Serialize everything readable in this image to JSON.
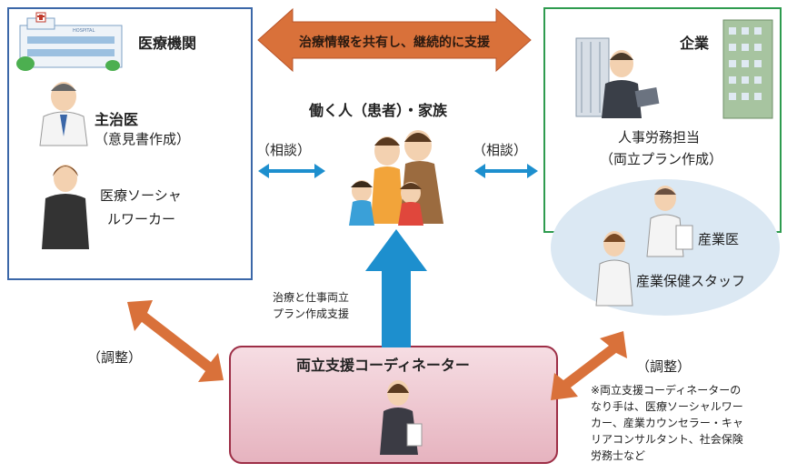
{
  "top_banner": "治療情報を共有し、継続的に支援",
  "left": {
    "title": "医療機関",
    "doctor": {
      "label": "主治医",
      "sub": "（意見書作成）"
    },
    "msw": {
      "line1": "医療ソーシャ",
      "line2": "ルワーカー"
    }
  },
  "center": {
    "title": "働く人（患者）・家族"
  },
  "consult_left": "（相談）",
  "consult_right": "（相談）",
  "right": {
    "title": "企業",
    "hr": {
      "line1": "人事労務担当",
      "line2": "（両立プラン作成）"
    },
    "occ_doctor": "産業医",
    "occ_staff": "産業保健スタッフ"
  },
  "support_label": {
    "line1": "治療と仕事両立",
    "line2": "プラン作成支援"
  },
  "coordinator": {
    "title": "両立支援コーディネーター"
  },
  "adjust_left": "（調整）",
  "adjust_right": "（調整）",
  "note": {
    "line1": "※両立支援コーディネーターの",
    "line2": "なり手は、医療ソーシャルワー",
    "line3": "カー、産業カウンセラー・キャ",
    "line4": "リアコンサルタント、社会保険",
    "line5": "労務士など"
  },
  "hospital_sign": "HOSPITAL",
  "colors": {
    "left_border": "#3b67a8",
    "right_border": "#2e9b4f",
    "arrow_orange": "#d9713a",
    "arrow_blue": "#1d8fce",
    "coord_border": "#9d2e46"
  }
}
